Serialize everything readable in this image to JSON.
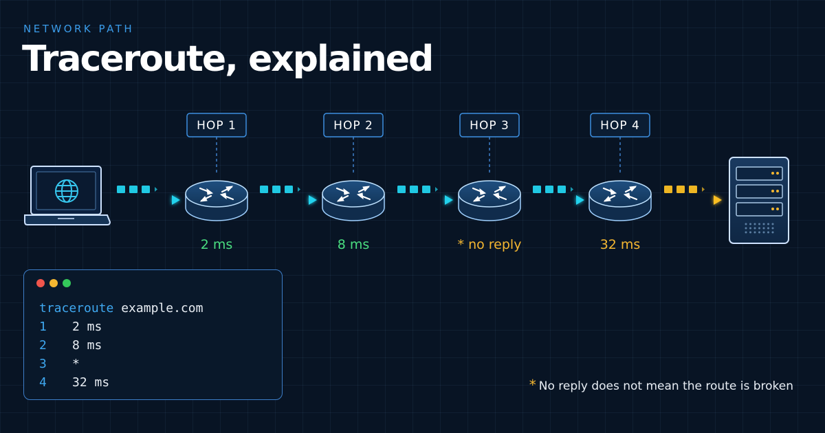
{
  "header": {
    "eyebrow": "NETWORK PATH",
    "title": "Traceroute, explained"
  },
  "hops": [
    {
      "label": "HOP 1",
      "latency": "2 ms",
      "status": "ok"
    },
    {
      "label": "HOP 2",
      "latency": "8 ms",
      "status": "ok"
    },
    {
      "label": "HOP 3",
      "latency": "* no reply",
      "status": "no-reply"
    },
    {
      "label": "HOP 4",
      "latency": "32 ms",
      "status": "slow"
    }
  ],
  "icons": {
    "source": "laptop-globe-icon",
    "router": "router-icon",
    "destination": "server-icon"
  },
  "colors": {
    "background": "#081424",
    "accent_blue": "#3a9be8",
    "ok": "#4ade80",
    "warn": "#f5b731",
    "packet_cyan": "#22d3ee",
    "packet_amber": "#fbbf24"
  },
  "terminal": {
    "command": "traceroute",
    "argument": "example.com",
    "lines": [
      {
        "n": "1",
        "result": "2 ms"
      },
      {
        "n": "2",
        "result": "8 ms"
      },
      {
        "n": "3",
        "result": "*"
      },
      {
        "n": "4",
        "result": "32 ms"
      }
    ]
  },
  "footnote": {
    "star": "*",
    "text": "No reply does not mean the route is broken"
  }
}
